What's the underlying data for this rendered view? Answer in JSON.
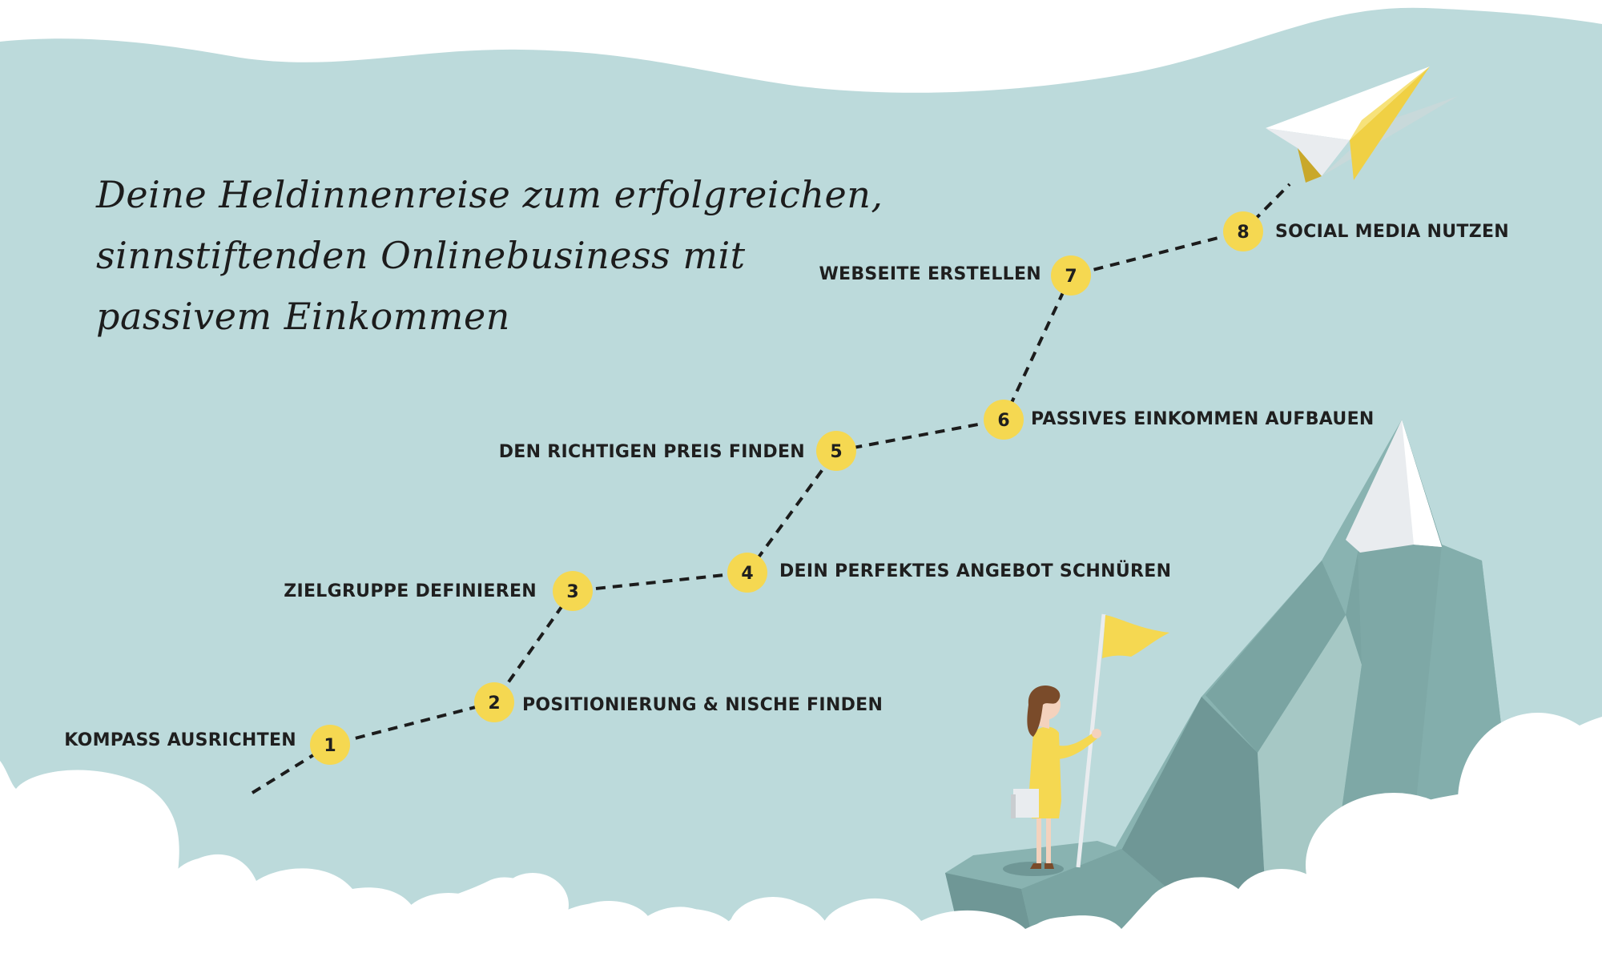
{
  "headline": {
    "line1": "Deine Heldinnenreise zum erfolgreichen,",
    "line2": "sinnstiftenden Onlinebusiness mit",
    "line3": "passivem Einkommen"
  },
  "colors": {
    "sky": "#bcdadb",
    "marker": "#f5d851",
    "text": "#1f1f1f",
    "mountain_dark": "#6f9796",
    "mountain_mid": "#89b3b1",
    "mountain_light": "#a6c8c5",
    "snow": "#e9ecef",
    "plane": "#f0d044",
    "cloud": "#ffffff"
  },
  "steps": [
    {
      "number": "1",
      "label": "KOMPASS AUSRICHTEN"
    },
    {
      "number": "2",
      "label": "POSITIONIERUNG & NISCHE FINDEN"
    },
    {
      "number": "3",
      "label": "ZIELGRUPPE DEFINIEREN"
    },
    {
      "number": "4",
      "label": "DEIN PERFEKTES ANGEBOT SCHNÜREN"
    },
    {
      "number": "5",
      "label": "DEN RICHTIGEN PREIS FINDEN"
    },
    {
      "number": "6",
      "label": "PASSIVES EINKOMMEN AUFBAUEN"
    },
    {
      "number": "7",
      "label": "WEBSEITE ERSTELLEN"
    },
    {
      "number": "8",
      "label": "SOCIAL MEDIA NUTZEN"
    }
  ],
  "icons": {
    "plane": "paper-plane-icon",
    "flag": "flag-icon",
    "mountain": "mountain-icon",
    "person": "woman-figure-icon"
  }
}
